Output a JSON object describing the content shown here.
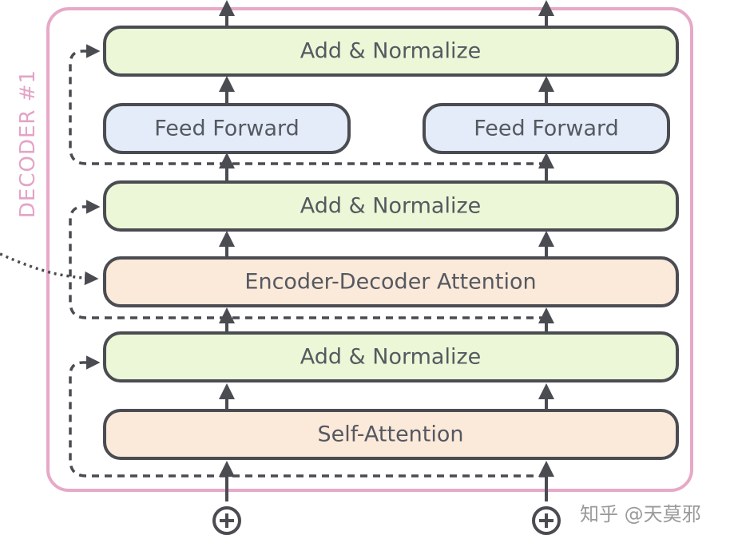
{
  "decoder": {
    "label": "DECODER #1",
    "layers": {
      "add_norm_top": "Add & Normalize",
      "feed_forward_left": "Feed Forward",
      "feed_forward_right": "Feed Forward",
      "add_norm_mid": "Add & Normalize",
      "enc_dec_attention": "Encoder-Decoder Attention",
      "add_norm_bottom": "Add & Normalize",
      "self_attention": "Self-Attention"
    }
  },
  "watermark": "知乎 @天莫邪",
  "colors": {
    "frame": "#e6a9c7",
    "add_norm_fill": "#ebf7d7",
    "feed_forward_fill": "#e3ecf8",
    "attention_fill": "#fbe9da",
    "box_stroke": "#4a4c52",
    "arrow": "#4a4c52"
  }
}
